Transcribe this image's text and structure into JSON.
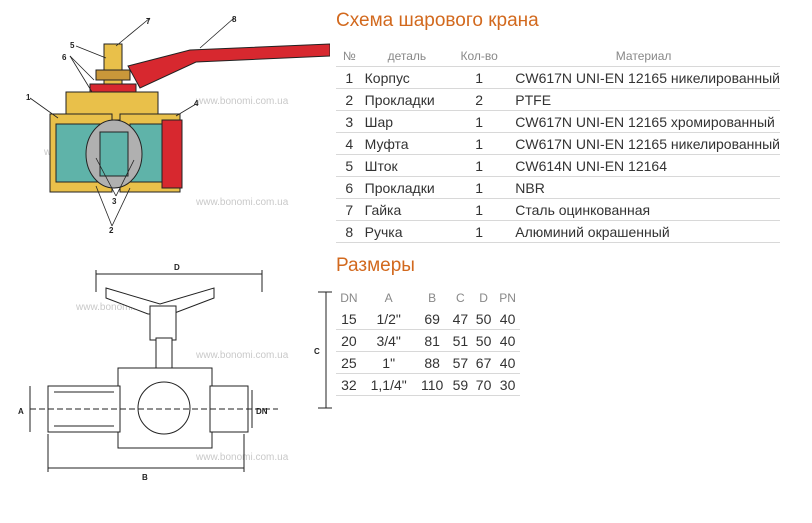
{
  "parts": {
    "title": "Схема шарового крана",
    "headers": {
      "num": "№",
      "name": "деталь",
      "qty": "Кол-во",
      "material": "Материал"
    },
    "rows": [
      {
        "num": "1",
        "name": "Корпус",
        "qty": "1",
        "material": "CW617N UNI-EN 12165 никелированный"
      },
      {
        "num": "2",
        "name": "Прокладки",
        "qty": "2",
        "material": "PTFE"
      },
      {
        "num": "3",
        "name": "Шар",
        "qty": "1",
        "material": "CW617N UNI-EN 12165 хромированный"
      },
      {
        "num": "4",
        "name": "Муфта",
        "qty": "1",
        "material": "CW617N UNI-EN 12165 никелированный"
      },
      {
        "num": "5",
        "name": "Шток",
        "qty": "1",
        "material": "CW614N UNI-EN 12164"
      },
      {
        "num": "6",
        "name": "Прокладки",
        "qty": "1",
        "material": "NBR"
      },
      {
        "num": "7",
        "name": "Гайка",
        "qty": "1",
        "material": "Сталь оцинкованная"
      },
      {
        "num": "8",
        "name": "Ручка",
        "qty": "1",
        "material": "Алюминий окрашенный"
      }
    ]
  },
  "dimensions": {
    "title": "Размеры",
    "headers": {
      "dn": "DN",
      "a": "A",
      "b": "B",
      "c": "C",
      "d": "D",
      "pn": "PN"
    },
    "rows": [
      {
        "dn": "15",
        "a": "1/2\"",
        "b": "69",
        "c": "47",
        "d": "50",
        "pn": "40"
      },
      {
        "dn": "20",
        "a": "3/4\"",
        "b": "81",
        "c": "51",
        "d": "50",
        "pn": "40"
      },
      {
        "dn": "25",
        "a": "1\"",
        "b": "88",
        "c": "57",
        "d": "67",
        "pn": "40"
      },
      {
        "dn": "32",
        "a": "1,1/4\"",
        "b": "110",
        "c": "59",
        "d": "70",
        "pn": "30"
      }
    ]
  },
  "diagram": {
    "watermark": "www.bonomi.com.ua",
    "callouts": [
      "1",
      "2",
      "3",
      "4",
      "5",
      "6",
      "7",
      "8"
    ],
    "dim_labels": {
      "a": "A",
      "b": "B",
      "c": "C",
      "d": "D",
      "dn": "DN"
    },
    "colors": {
      "handle": "#d7282f",
      "brass": "#e9c04a",
      "pipe": "#5fb3a9",
      "accent": "#d2691e"
    }
  }
}
